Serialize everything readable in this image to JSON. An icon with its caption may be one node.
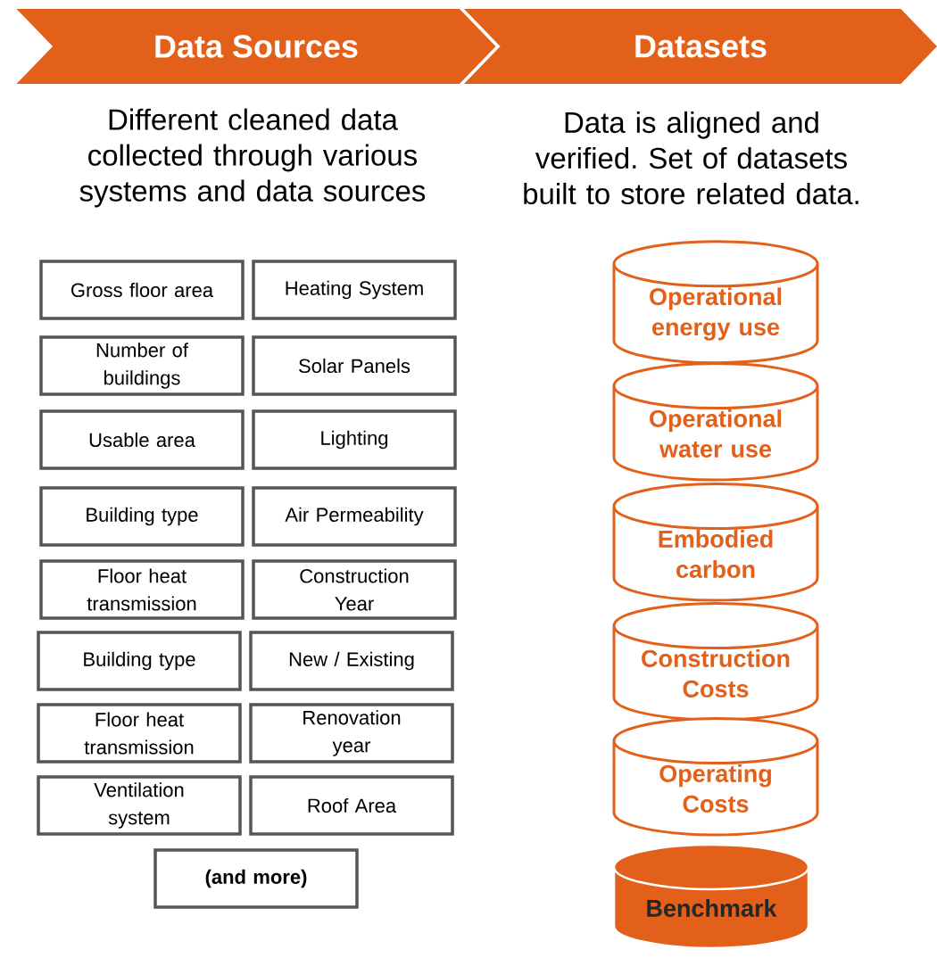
{
  "diagram": {
    "nodes": [
      {
        "text": [
          "Data Sources"
        ]
      },
      {
        "text": [
          "Datasets"
        ]
      },
      {
        "text": [
          "Gross floor area"
        ]
      },
      {
        "text": [
          "Heating System"
        ]
      },
      {
        "text": [
          "Number of buildings"
        ]
      },
      {
        "text": [
          "Solar Panels"
        ]
      },
      {
        "text": [
          "Usable area"
        ]
      },
      {
        "text": [
          "Lighting"
        ]
      },
      {
        "text": [
          "Building type"
        ]
      },
      {
        "text": [
          "Air Permeability"
        ]
      },
      {
        "text": [
          "Floor heat transmission"
        ]
      },
      {
        "text": [
          "Construction Year"
        ]
      },
      {
        "text": [
          "Building type"
        ]
      },
      {
        "text": [
          "New / Existing"
        ]
      },
      {
        "text": [
          "Floor heat transmission"
        ]
      },
      {
        "text": [
          "Renovation year"
        ]
      },
      {
        "text": [
          "Ventilation system"
        ]
      },
      {
        "text": [
          "Roof Area"
        ]
      },
      {
        "text": [
          "(and more)"
        ]
      },
      {
        "text": [
          "Operational energy use"
        ]
      },
      {
        "text": [
          "Operational water use"
        ]
      },
      {
        "text": [
          "Embodied carbon"
        ]
      },
      {
        "text": [
          "Construction Costs"
        ]
      },
      {
        "text": [
          "Operating Costs"
        ]
      },
      {
        "text": [
          "Benchmark"
        ]
      }
    ],
    "labels": [
      "Different cleaned data collected through various systems and data sources",
      "Data is aligned and verified. Set of datasets built to store related data."
    ]
  }
}
